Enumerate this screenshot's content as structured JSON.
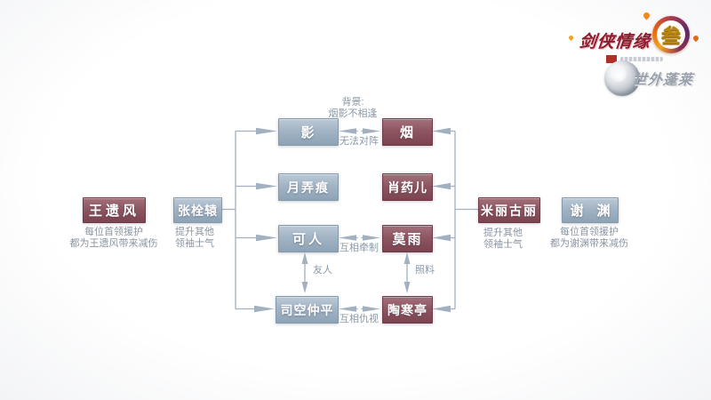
{
  "logo": {
    "title": "剑侠情缘",
    "number": "叁",
    "expansion": "世外蓬莱"
  },
  "colors": {
    "evil_side_box": "#8b545f",
    "neutral_side_box": "#a2b4c4",
    "label_text": "#8b98a6",
    "connector": "#a2b0bf"
  },
  "nodes": {
    "wangyifeng": {
      "label": "王遗风",
      "caption1": "每位首领援护",
      "caption2": "都为王遗风带来减伤"
    },
    "zhangshuanyuan": {
      "label": "张栓辕",
      "caption1": "提升其他",
      "caption2": "领袖士气"
    },
    "ying": {
      "label": "影"
    },
    "yuenonghen": {
      "label": "月弄痕"
    },
    "keren": {
      "label": "可人"
    },
    "sikongzhongping": {
      "label": "司空仲平"
    },
    "yan": {
      "label": "烟"
    },
    "xiaoyaoer": {
      "label": "肖药儿"
    },
    "moyu": {
      "label": "莫雨"
    },
    "taohanting": {
      "label": "陶寒亭"
    },
    "miliguli": {
      "label": "米丽古丽",
      "caption1": "提升其他",
      "caption2": "领袖士气"
    },
    "xieyuan": {
      "label": "谢　渊",
      "caption1": "每位首领援护",
      "caption2": "都为谢渊带来减伤"
    }
  },
  "relations": {
    "background_label": "背景:",
    "background_text": "烟影不相逢",
    "yan_ying": "无法对阵",
    "keren_moyu": "互相牵制",
    "friend": "友人",
    "care": "照料",
    "hate": "互相仇视"
  }
}
